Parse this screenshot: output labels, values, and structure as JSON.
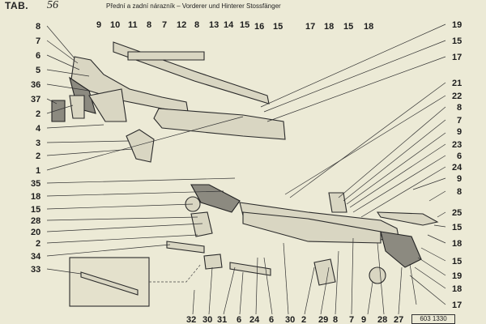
{
  "header": {
    "tab_label": "TAB.",
    "tab_number": "56",
    "title": "Přední a zadní nárazník – Vorderer und Hinterer Stossfänger"
  },
  "callouts": {
    "left": [
      "8",
      "7",
      "6",
      "5",
      "36",
      "37",
      "2",
      "4",
      "3",
      "2",
      "1",
      "35",
      "18",
      "15",
      "28",
      "20",
      "2",
      "34",
      "33"
    ],
    "top": [
      "9",
      "10",
      "11",
      "8",
      "7",
      "12",
      "8",
      "13",
      "14",
      "15",
      "16",
      "15",
      "17",
      "18",
      "15",
      "18"
    ],
    "right": [
      "19",
      "15",
      "17",
      "21",
      "22",
      "8",
      "7",
      "9",
      "23",
      "6",
      "24",
      "9",
      "8",
      "25",
      "15",
      "18",
      "15",
      "19",
      "18",
      "17"
    ],
    "bottom": [
      "32",
      "30",
      "31",
      "6",
      "24",
      "6",
      "30",
      "2",
      "29",
      "8",
      "7",
      "9",
      "28",
      "27"
    ]
  },
  "footer": {
    "catalog_number": "603 1330"
  }
}
